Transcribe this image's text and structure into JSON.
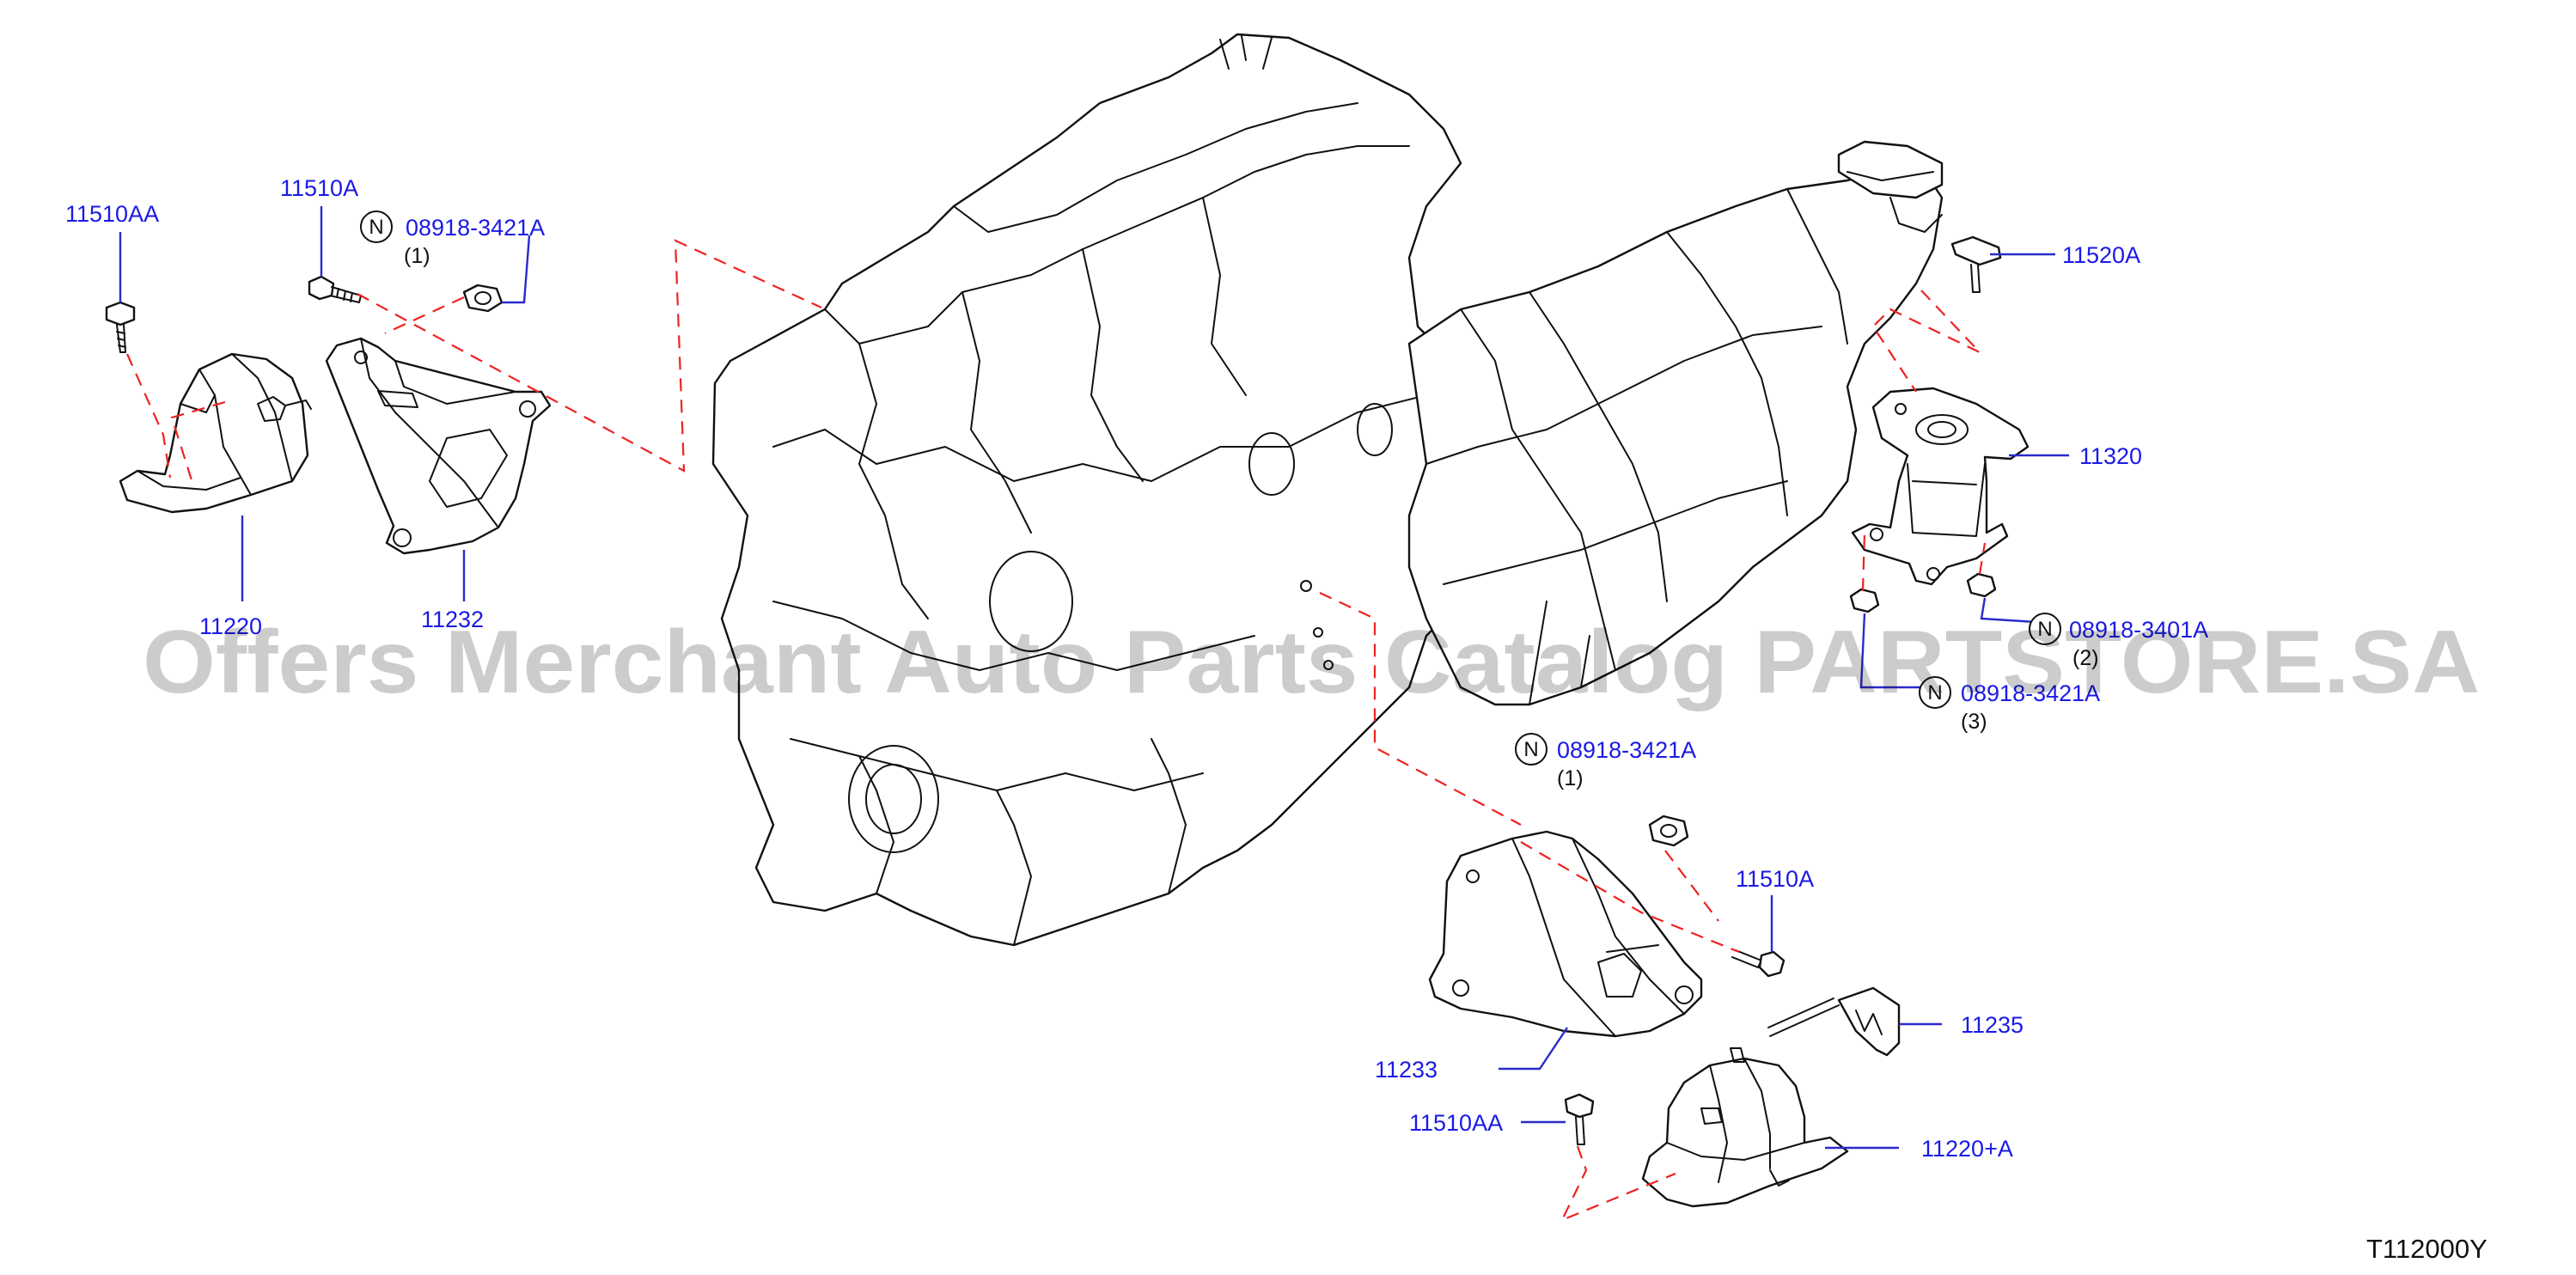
{
  "watermark": "Offers Merchant Auto Parts Catalog PARTSTORE.SA",
  "diagram_code": "T112000Y",
  "notice_symbol": "N",
  "labels": {
    "l_11510AA_top": "11510AA",
    "l_11510A_top": "11510A",
    "l_08918_top": "08918-3421A",
    "q_08918_top": "(1)",
    "l_11220_left": "11220",
    "l_11232": "11232",
    "l_11520A": "11520A",
    "l_11320": "11320",
    "l_08918_right2": "08918-3401A",
    "q_08918_right2": "(2)",
    "l_08918_right3": "08918-3421A",
    "q_08918_right3": "(3)",
    "l_08918_mid": "08918-3421A",
    "q_08918_mid": "(1)",
    "l_11510A_mid": "11510A",
    "l_11235": "11235",
    "l_11233": "11233",
    "l_11510AA_bottom": "11510AA",
    "l_11220A": "11220+A"
  }
}
